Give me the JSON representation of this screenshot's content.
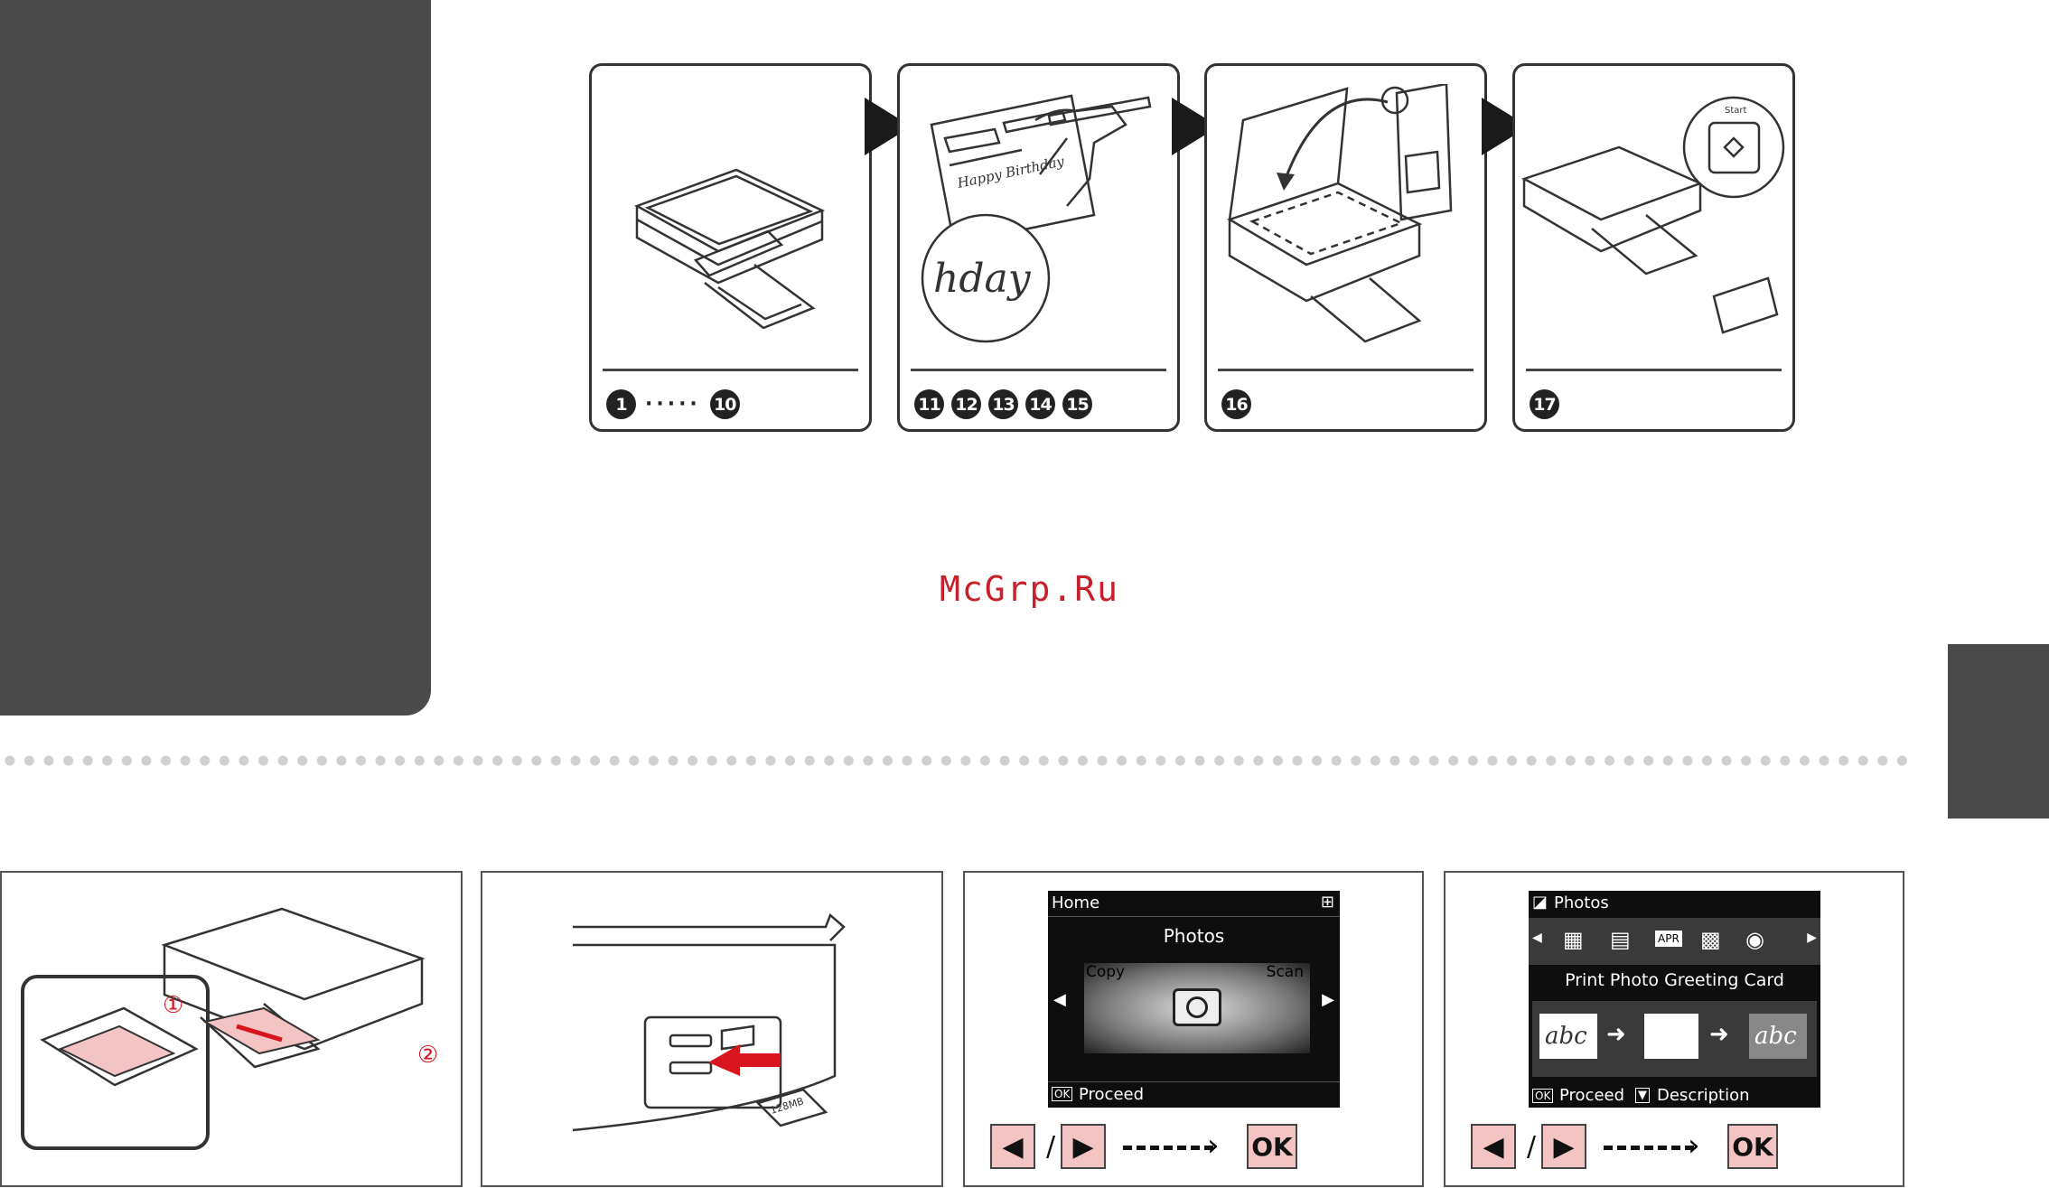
{
  "watermark": "McGrp.Ru",
  "steps": [
    {
      "nums": [
        "1",
        "10"
      ],
      "separator": "·····"
    },
    {
      "nums": [
        "11",
        "12",
        "13",
        "14",
        "15"
      ]
    },
    {
      "nums": [
        "16"
      ]
    },
    {
      "nums": [
        "17"
      ]
    }
  ],
  "step_illustration_text": {
    "card_text": "Happy Birthday",
    "zoom_text": "hday",
    "start_label": "Start"
  },
  "panel_home": {
    "header": "Home",
    "title": "Photos",
    "left_option": "Copy",
    "right_option": "Scan",
    "ok_badge": "OK",
    "footer": "Proceed"
  },
  "panel_photos": {
    "header": "Photos",
    "mode_badge": "APR",
    "title": "Print Photo Greeting Card",
    "sample_left": "abc",
    "sample_right": "abc",
    "ok_badge": "OK",
    "footer_proceed": "Proceed",
    "footer_desc": "Description"
  },
  "keys": {
    "left": "◀",
    "slash": "/",
    "right": "▶",
    "ok": "OK"
  },
  "callouts": [
    "①",
    "②"
  ],
  "card_label": "128MB",
  "colors": {
    "dark_panel": "#4a4a4a",
    "key_fill": "#f4c4c4",
    "watermark": "#c8202a",
    "callout_red": "#d8141e"
  }
}
